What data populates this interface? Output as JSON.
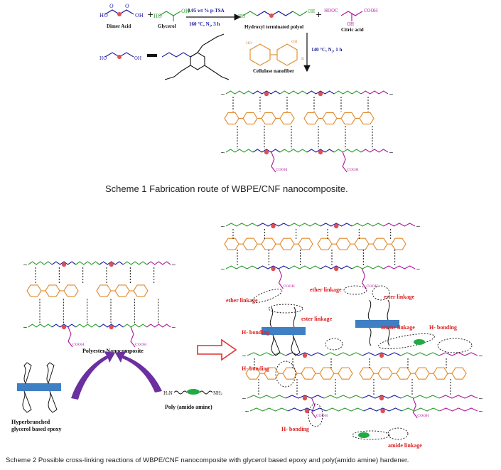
{
  "scheme1": {
    "reagents": {
      "dimer_acid": "Dimer Acid",
      "glycerol": "Glycerol",
      "polyol": "Hydroxyl terminated polyol",
      "citric_acid": "Citric acid",
      "cellulose": "Cellulose nanofiber",
      "plus": "+"
    },
    "conditions": {
      "step1_catalyst": "0.05 wt % p-TSA",
      "step1_temp": "160 °C, N₂, 3 h",
      "step2": "140 °C, N₂, 1 h"
    },
    "caption": "Scheme 1   Fabrication route of WBPE/CNF nanocomposite."
  },
  "scheme2": {
    "labels": {
      "polyester": "Polyester Nanocomposite",
      "epoxy_line1": "Hyperbranched",
      "epoxy_line2": "glycerol based epoxy",
      "hardener": "Poly (amido amine)"
    },
    "linkages": {
      "ether1": "ether linkage",
      "ether2": "ether linkage",
      "ester1": "ester linkage",
      "ester2": "ester linkage",
      "amine": "amine linkage",
      "hbond1": "H- bonding",
      "hbond2": "H- bonding",
      "hbond3": "H- bonding",
      "hbond4": "H- bonding",
      "amide": "amide linkage"
    },
    "caption": "Scheme 2   Possible cross-linking reactions of WBPE/CNF nanocomposite with glycerol based epoxy and poly(amido amine) hardener."
  },
  "colors": {
    "dimer": "#1a1aa0",
    "glycerol": "#2e9a2e",
    "citric": "#b0189a",
    "cellulose": "#e08a2a",
    "ester_dot": "#e05050",
    "epoxy_bar": "#3f7fc4",
    "hardener_dot": "#22aa44",
    "linkage_text": "#e02020",
    "arrow_purple": "#6b2fa0",
    "arrow_red": "#e03030"
  },
  "icons": {
    "reaction_arrow": "right-arrow-icon",
    "down_arrow": "down-arrow-icon",
    "big_arrow": "hollow-right-arrow-icon",
    "curved_arrows": "curved-arrow-icon"
  }
}
